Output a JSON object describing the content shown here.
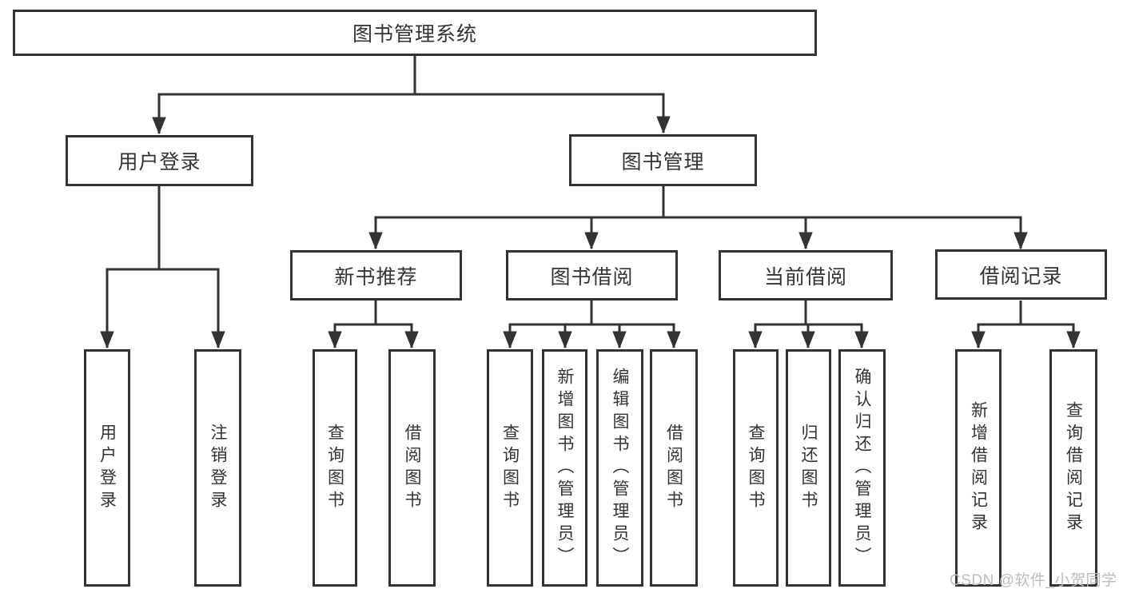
{
  "tree": {
    "root": {
      "label": "图书管理系统"
    },
    "branches": [
      {
        "label": "用户登录",
        "children": [
          {
            "label": "用户登录"
          },
          {
            "label": "注销登录"
          }
        ]
      },
      {
        "label": "图书管理",
        "children": [
          {
            "label": "新书推荐",
            "children": [
              {
                "label": "查询图书"
              },
              {
                "label": "借阅图书"
              }
            ]
          },
          {
            "label": "图书借阅",
            "children": [
              {
                "label": "查询图书"
              },
              {
                "label": "新增图书（管理员）"
              },
              {
                "label": "编辑图书（管理员）"
              },
              {
                "label": "借阅图书"
              }
            ]
          },
          {
            "label": "当前借阅",
            "children": [
              {
                "label": "查询图书"
              },
              {
                "label": "归还图书"
              },
              {
                "label": "确认归还（管理员）"
              }
            ]
          },
          {
            "label": "借阅记录",
            "children": [
              {
                "label": "新增借阅记录"
              },
              {
                "label": "查询借阅记录"
              }
            ]
          }
        ]
      }
    ]
  },
  "watermark": {
    "text": "CSDN @软件_小贺同学"
  },
  "colors": {
    "line": "#333333",
    "text": "#333333",
    "watermark": "#bdbdbd",
    "background": "#ffffff"
  }
}
